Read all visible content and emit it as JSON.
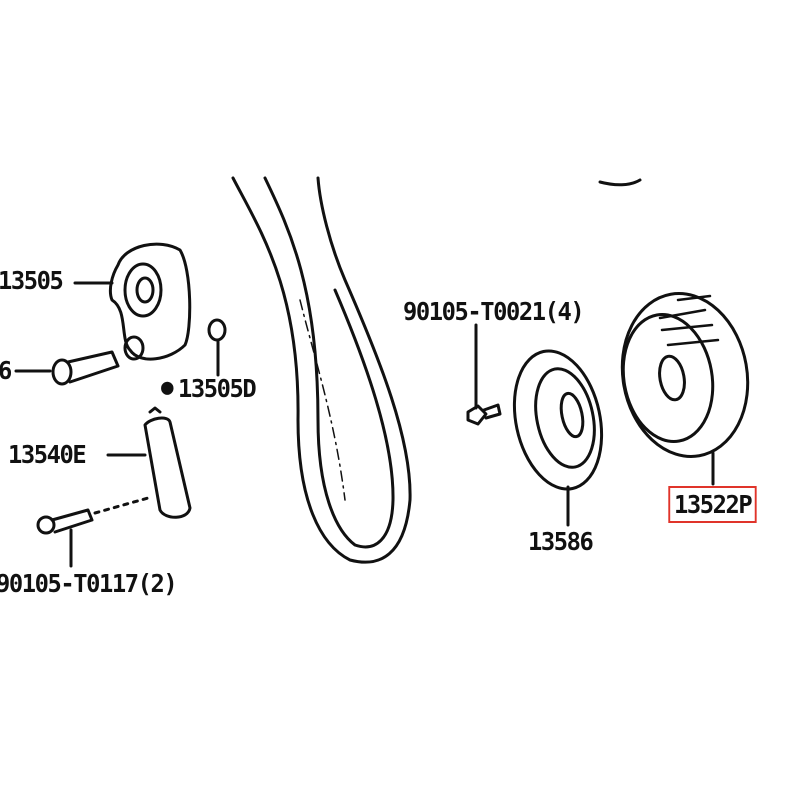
{
  "diagram": {
    "parts": [
      {
        "id": "tensioner_pulley",
        "label": "13505"
      },
      {
        "id": "pulley_bolt",
        "label": "6"
      },
      {
        "id": "tensioner_washer",
        "label": "13505D",
        "marker": "●"
      },
      {
        "id": "tensioner_damper",
        "label": "13540E"
      },
      {
        "id": "damper_bolt",
        "label": "90105-T0117(2)"
      },
      {
        "id": "crank_bolt",
        "label": "90105-T0021(4)"
      },
      {
        "id": "plate",
        "label": "13586"
      },
      {
        "id": "timing_pulley",
        "label": "13522P",
        "highlighted": true
      }
    ],
    "highlight_color": "#e0342a"
  }
}
